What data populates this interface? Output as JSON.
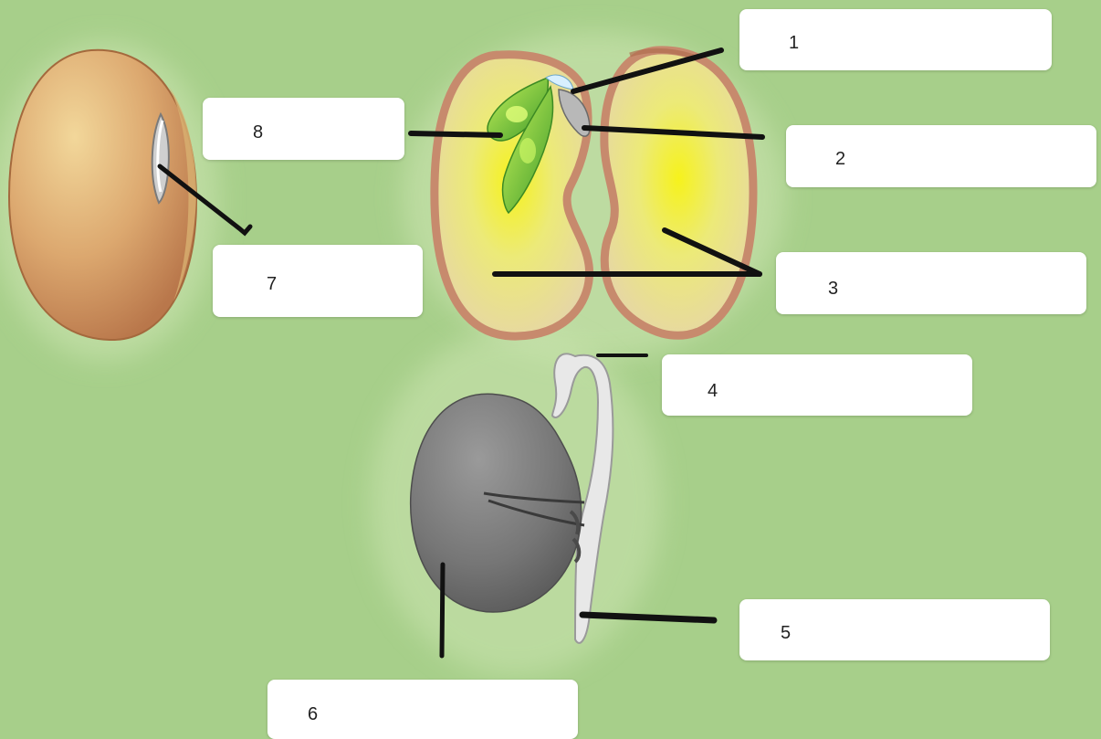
{
  "labels": [
    {
      "id": "1",
      "number": "1",
      "answer": ""
    },
    {
      "id": "2",
      "number": "2",
      "answer": ""
    },
    {
      "id": "3",
      "number": "3",
      "answer": ""
    },
    {
      "id": "4",
      "number": "4",
      "answer": ""
    },
    {
      "id": "5",
      "number": "5",
      "answer": ""
    },
    {
      "id": "6",
      "number": "6",
      "answer": ""
    },
    {
      "id": "7",
      "number": "7",
      "answer": ""
    },
    {
      "id": "8",
      "number": "8",
      "answer": ""
    }
  ],
  "colors": {
    "background": "#a7cf8a",
    "seed_coat": "#d39a66",
    "cotyledon_fill": "#efe5a0",
    "embryo_leaf": "#6ac23a",
    "germinated_seed": "#707070",
    "leader_line": "#111111"
  }
}
